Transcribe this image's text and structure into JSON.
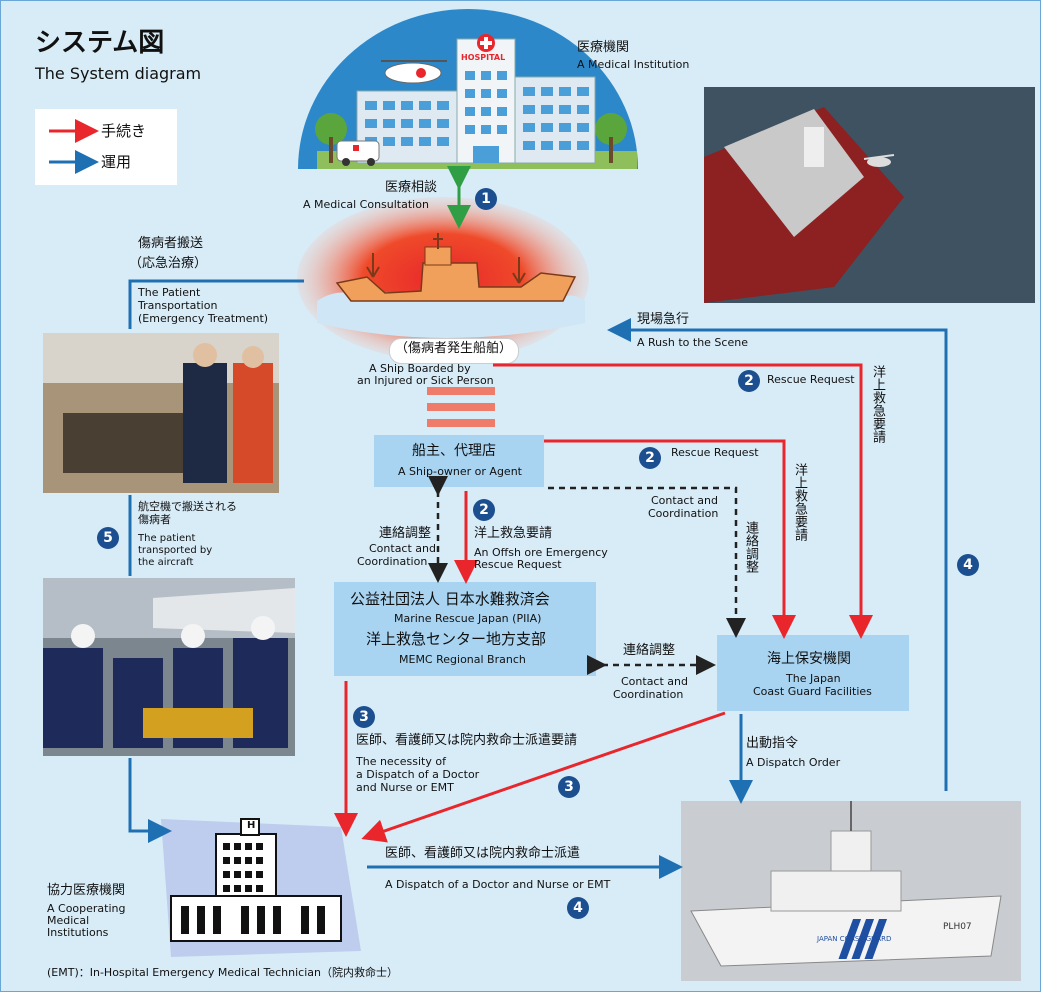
{
  "title": {
    "jp": "システム図",
    "en": "The System diagram"
  },
  "legend": {
    "procedure": "手続き",
    "operation": "運用"
  },
  "medical_institution": {
    "jp": "医療機関",
    "en": "A Medical Institution",
    "sign": "HOSPITAL"
  },
  "medical_consultation": {
    "jp": "医療相談",
    "en": "A Medical Consultation"
  },
  "patient_transport": {
    "jp1": "傷病者搬送",
    "jp2": "（応急治療）",
    "en1": "The Patient",
    "en2": "Transportation",
    "en3": "(Emergency Treatment)"
  },
  "ship": {
    "jp": "（傷病者発生船舶）",
    "en1": "A Ship Boarded by",
    "en2": "an Injured or Sick Person"
  },
  "rush": {
    "jp": "現場急行",
    "en": "A Rush to the Scene"
  },
  "rescue_request_label": "Rescue Request",
  "offshore_vertical": "洋上救急要請",
  "owner": {
    "jp": "船主、代理店",
    "en": "A Ship-owner or Agent"
  },
  "contact": {
    "jp": "連絡調整",
    "en1": "Contact and",
    "en2": "Coordination"
  },
  "offshore": {
    "jp": "洋上救急要請",
    "en1": "An Offsh ore Emergency",
    "en2": "Rescue   Request"
  },
  "mrj": {
    "jp1": "公益社団法人 日本水難救済会",
    "en1": "Marine Rescue Japan (PIIA)",
    "jp2": "洋上救急センター地方支部",
    "en2": "MEMC Regional Branch"
  },
  "jcg": {
    "jp": "海上保安機関",
    "en1": "The Japan",
    "en2": "Coast Guard Facilities"
  },
  "aircraft_patient": {
    "jp1": "航空機で搬送される",
    "jp2": "傷病者",
    "en1": "The patient",
    "en2": "transported by",
    "en3": "the aircraft"
  },
  "dispatch_request": {
    "jp": "医師、看護師又は院内救命士派遣要請",
    "en1": "The necessity of",
    "en2": "a Dispatch of a Doctor",
    "en3": "and Nurse or EMT"
  },
  "dispatch_order": {
    "jp": "出動指令",
    "en": "A Dispatch Order"
  },
  "cooperating": {
    "jp": "協力医療機関",
    "en1": "A Cooperating",
    "en2": "Medical",
    "en3": "Institutions"
  },
  "dispatch": {
    "jp": "医師、看護師又は院内救命士派遣",
    "en": "A Dispatch of a Doctor  and Nurse or EMT"
  },
  "footnote": "(EMT)：In-Hospital Emergency Medical Technician（院内救命士）",
  "patrol_ship": {
    "hull_text": "JAPAN COAST GUARD",
    "hull_number": "PLH07"
  },
  "hospital_h": "H",
  "numbers": {
    "n1": "1",
    "n2": "2",
    "n3": "3",
    "n4": "4",
    "n5": "5"
  },
  "colors": {
    "procedure": "#e8262b",
    "operation": "#1f6fb3",
    "consult": "#2f9e44",
    "contact": "#222222",
    "box": "#a8d4f2",
    "background": "#d8ecf8"
  }
}
